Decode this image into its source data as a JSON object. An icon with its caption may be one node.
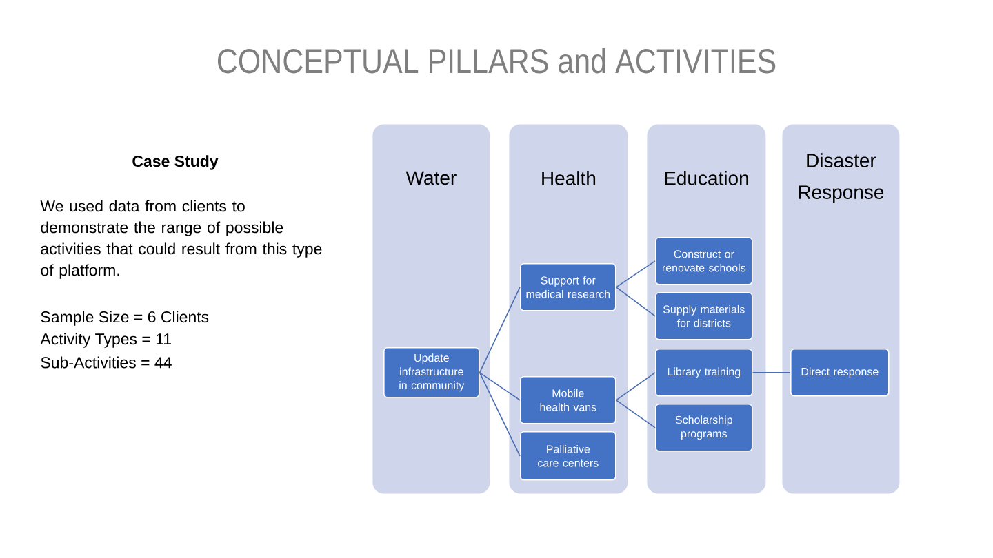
{
  "diagram": {
    "title": "CONCEPTUAL PILLARS and ACTIVITIES",
    "nodes": [
      {
        "text": [
          "Water"
        ]
      },
      {
        "text": [
          "Update infrastructure in community"
        ],
        "in": 0
      },
      {
        "text": [
          "Health"
        ]
      },
      {
        "text": [
          "Support for medical research"
        ],
        "in": 2
      },
      {
        "text": [
          "Mobile health vans"
        ],
        "in": 2
      },
      {
        "text": [
          "Palliative care centers"
        ],
        "in": 2
      },
      {
        "text": [
          "Education"
        ]
      },
      {
        "text": [
          "Construct or renovate schools"
        ],
        "in": 6
      },
      {
        "text": [
          "Supply materials for districts"
        ],
        "in": 6
      },
      {
        "text": [
          "Library training"
        ],
        "in": 6
      },
      {
        "text": [
          "Scholarship programs"
        ],
        "in": 6
      },
      {
        "text": [
          "Disaster Response"
        ]
      },
      {
        "text": [
          "Direct response"
        ],
        "in": 11
      }
    ],
    "edges": [
      {
        "from": 1,
        "to": 3,
        "arrow": "none"
      },
      {
        "from": 1,
        "to": 4,
        "arrow": "none"
      },
      {
        "from": 1,
        "to": 5,
        "arrow": "none"
      },
      {
        "from": 3,
        "to": 7,
        "arrow": "none"
      },
      {
        "from": 3,
        "to": 8,
        "arrow": "none"
      },
      {
        "from": 4,
        "to": 9,
        "arrow": "none"
      },
      {
        "from": 4,
        "to": 10,
        "arrow": "none"
      },
      {
        "from": 9,
        "to": 12,
        "arrow": "none"
      }
    ],
    "labels": [
      "Case Study",
      "We used data from clients to demonstrate the range of possible activities that could result from this type of platform.",
      "Sample Size = 6 Clients",
      "Activity Types = 11",
      "Sub-Activities = 44"
    ]
  }
}
